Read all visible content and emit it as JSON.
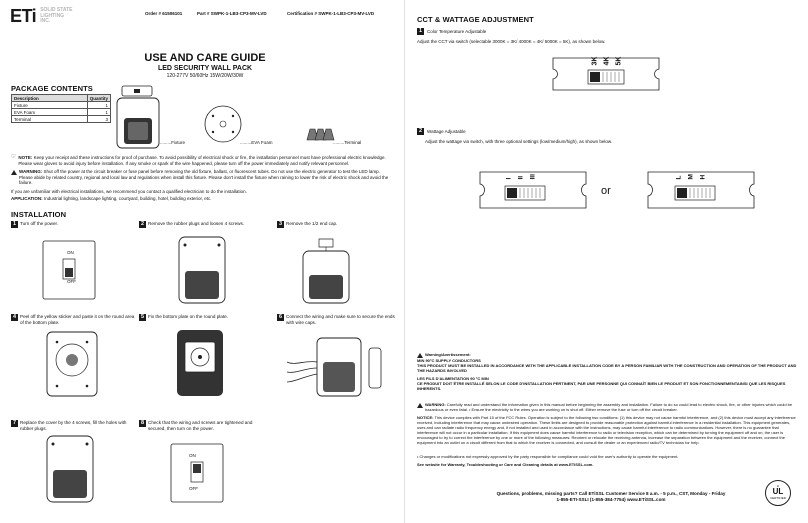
{
  "header": {
    "logo_mark": "ETi",
    "logo_text": [
      "SOLID STATE",
      "LIGHTING",
      "INC."
    ],
    "order_label": "Order # 61506101",
    "part_label": "Part # SWPK-1-LB3-CP3-MV-LVD",
    "cert_label": "Certification # SWPK-1-LB3-CP3-MV-LVD"
  },
  "title": {
    "main": "USE AND CARE GUIDE",
    "sub": "LED SECURITY WALL PACK",
    "spec": "120-277V 50/60Hz 15W/20W/30W"
  },
  "package": {
    "heading": "PACKAGE CONTENTS",
    "columns": [
      "Description",
      "Quantity"
    ],
    "rows": [
      {
        "desc": "Fixture",
        "qty": "1"
      },
      {
        "desc": "EVA Foam",
        "qty": "1"
      },
      {
        "desc": "Terminal",
        "qty": "3"
      }
    ],
    "fig_labels": [
      "Fixture",
      "EVA Foam",
      "Terminal"
    ]
  },
  "notes": {
    "note_label": "NOTE:",
    "note_text": "Keep your receipt and these instructions for proof of purchase. To avoid possibility of electrical shock or fire, the installation personnel must have professional electric knowledge. Please wear gloves to avoid injury before installation. If any smoke or spark of the wire happened, please turn off the power immediately and notify relevant personnel.",
    "warning_label": "WARNING:",
    "warning_text": "Shut off the power at the circuit breaker or fuse panel before removing the old fixture, ballast, or fluorescent tubes. Do not use the electric generator to test the LED lamp. Please abide by related country, regional and local law and regulations when install this fixture. Please don't install the fixture when raining to lower the risk of electric shock and avoid the failure.",
    "unfamiliar": "If you are unfamiliar with electrical installations, we recommend you contact a qualified electrician to do the installation.",
    "application_label": "APPLICATION:",
    "application_text": "Industrial lighting, landscape lighting, courtyard, building, hotel, building exterior, etc."
  },
  "installation": {
    "heading": "INSTALLATION",
    "steps": [
      {
        "n": "1",
        "text": "Turn off the power.",
        "switch_on": "ON",
        "switch_off": "OFF"
      },
      {
        "n": "2",
        "text": "Remove the rubber plugs and loosen 4 screws."
      },
      {
        "n": "3",
        "text": "Remove the 1/2 end cap."
      },
      {
        "n": "4",
        "text": "Peel off the yellow sticker and paste it on the round area of the bottom plate."
      },
      {
        "n": "5",
        "text": "Fix the bottom plate on the round plate."
      },
      {
        "n": "6",
        "text": "Connect the wiring and make sure to secure the ends with wire caps."
      },
      {
        "n": "7",
        "text": "Replace the cover by the 4 screws, fill the holes with rubber plugs."
      },
      {
        "n": "8",
        "text": "Check that the wiring and screws are tightened and secured, then turn on the power.",
        "switch_on": "ON",
        "switch_off": "OFF"
      }
    ]
  },
  "cct": {
    "heading": "CCT & WATTAGE ADJUSTMENT",
    "s1_title": "Color Temperature Adjustable",
    "s1_text": "Adjust the CCT via switch (selectable 3000K = 3K/ 4000K = 4K/ 5000K = 5K), as shown below.",
    "cct_labels": [
      "3K",
      "4K",
      "5K"
    ],
    "s2_title": "Wattage Adjustable",
    "s2_text": "Adjust the wattage via switch, with three optional settings (low/medium/high), as shown below.",
    "watt_roman": [
      "I",
      "II",
      "III"
    ],
    "watt_letters": [
      "L",
      "M",
      "H"
    ],
    "or_text": "or"
  },
  "warnings_block": {
    "title": "Warning/Avertissement:",
    "line1": "MIN 90°C SUPPLY CONDUCTORS",
    "line2": "THIS PRODUCT MUST BE INSTALLED IN ACCORDANCE WITH THE APPLICABLE INSTALLATION CODE BY A PERSON FAMILIAR WITH THE CONSTRUCTION AND OPERATION OF THE PRODUCT AND THE HAZARDS INVOLVED",
    "line3": "LES FILS D'ALIMENTATION 90 °C MIN",
    "line4": "CE PRODUIT DOIT ÊTRE INSTALLÉ SELON LE CODE D'INSTALLATION PERTINENT, PAR UNE PERSONNE QUI CONNAÎT BIEN LE PRODUIT ET SON FONCTIONNEMENTAINSI QUE LES RISQUES INHERENTS.",
    "warning_label": "WARNING:",
    "warning_text": "Carefully read and understand the information given in this manual before beginning the assembly and installation. Failure to do so could lead to electric shock, fire, or other injuries which could be hazardous or even fatal. • Ensure the electricity to the wires you are working on is shut off. Either remove the fuse or turn off the circuit breaker.",
    "notice_label": "NOTICE:",
    "notice_text": "This device complies with Part 15 of the FCC Rules. Operation is subject to the following two conditions: (1) this device may not cause harmful interference, and (2) this device must accept any interference received, including interference that may cause undesired operation. These limits are designed to provide reasonable protection against harmful interference in a residential installation. This equipment generates, uses and can radiate radio frequency energy and, if not installed and used in accordance with the instructions, may cause harmful interference to radio communications. However, there is no guarantee that interference will not occur in a particular installation. If this equipment does cause harmful interference to radio or television reception, which can be determined by turning the equipment off and on, the user is encouraged to try to correct the interference by one or more of the following measures: Reorient or relocate the receiving antenna, increase the separation between the equipment and the receiver, connect the equipment into an outlet on a circuit different from that to which the receiver is connected, and consult the dealer or an experienced radio/TV technician for help.",
    "changes": "• Changes or modifications not expressly approved by the party responsible for compliance could void the user's authority to operate the equipment.",
    "website": "See website for Warranty, Troubleshooting or Care and Cleaning details at www.ETiSSL.com."
  },
  "footer": {
    "line1": "Questions, problems, missing parts? Call ETiSSL Customer Service 8 a.m. - 5 p.m., CST, Monday - Friday",
    "line2": "1-855-ETI-SSLI (1-855-384-7754) www.ETiSSL.com",
    "badge_top": "c",
    "badge_mid": "UL",
    "badge_bottom": "CERTIFIED"
  }
}
